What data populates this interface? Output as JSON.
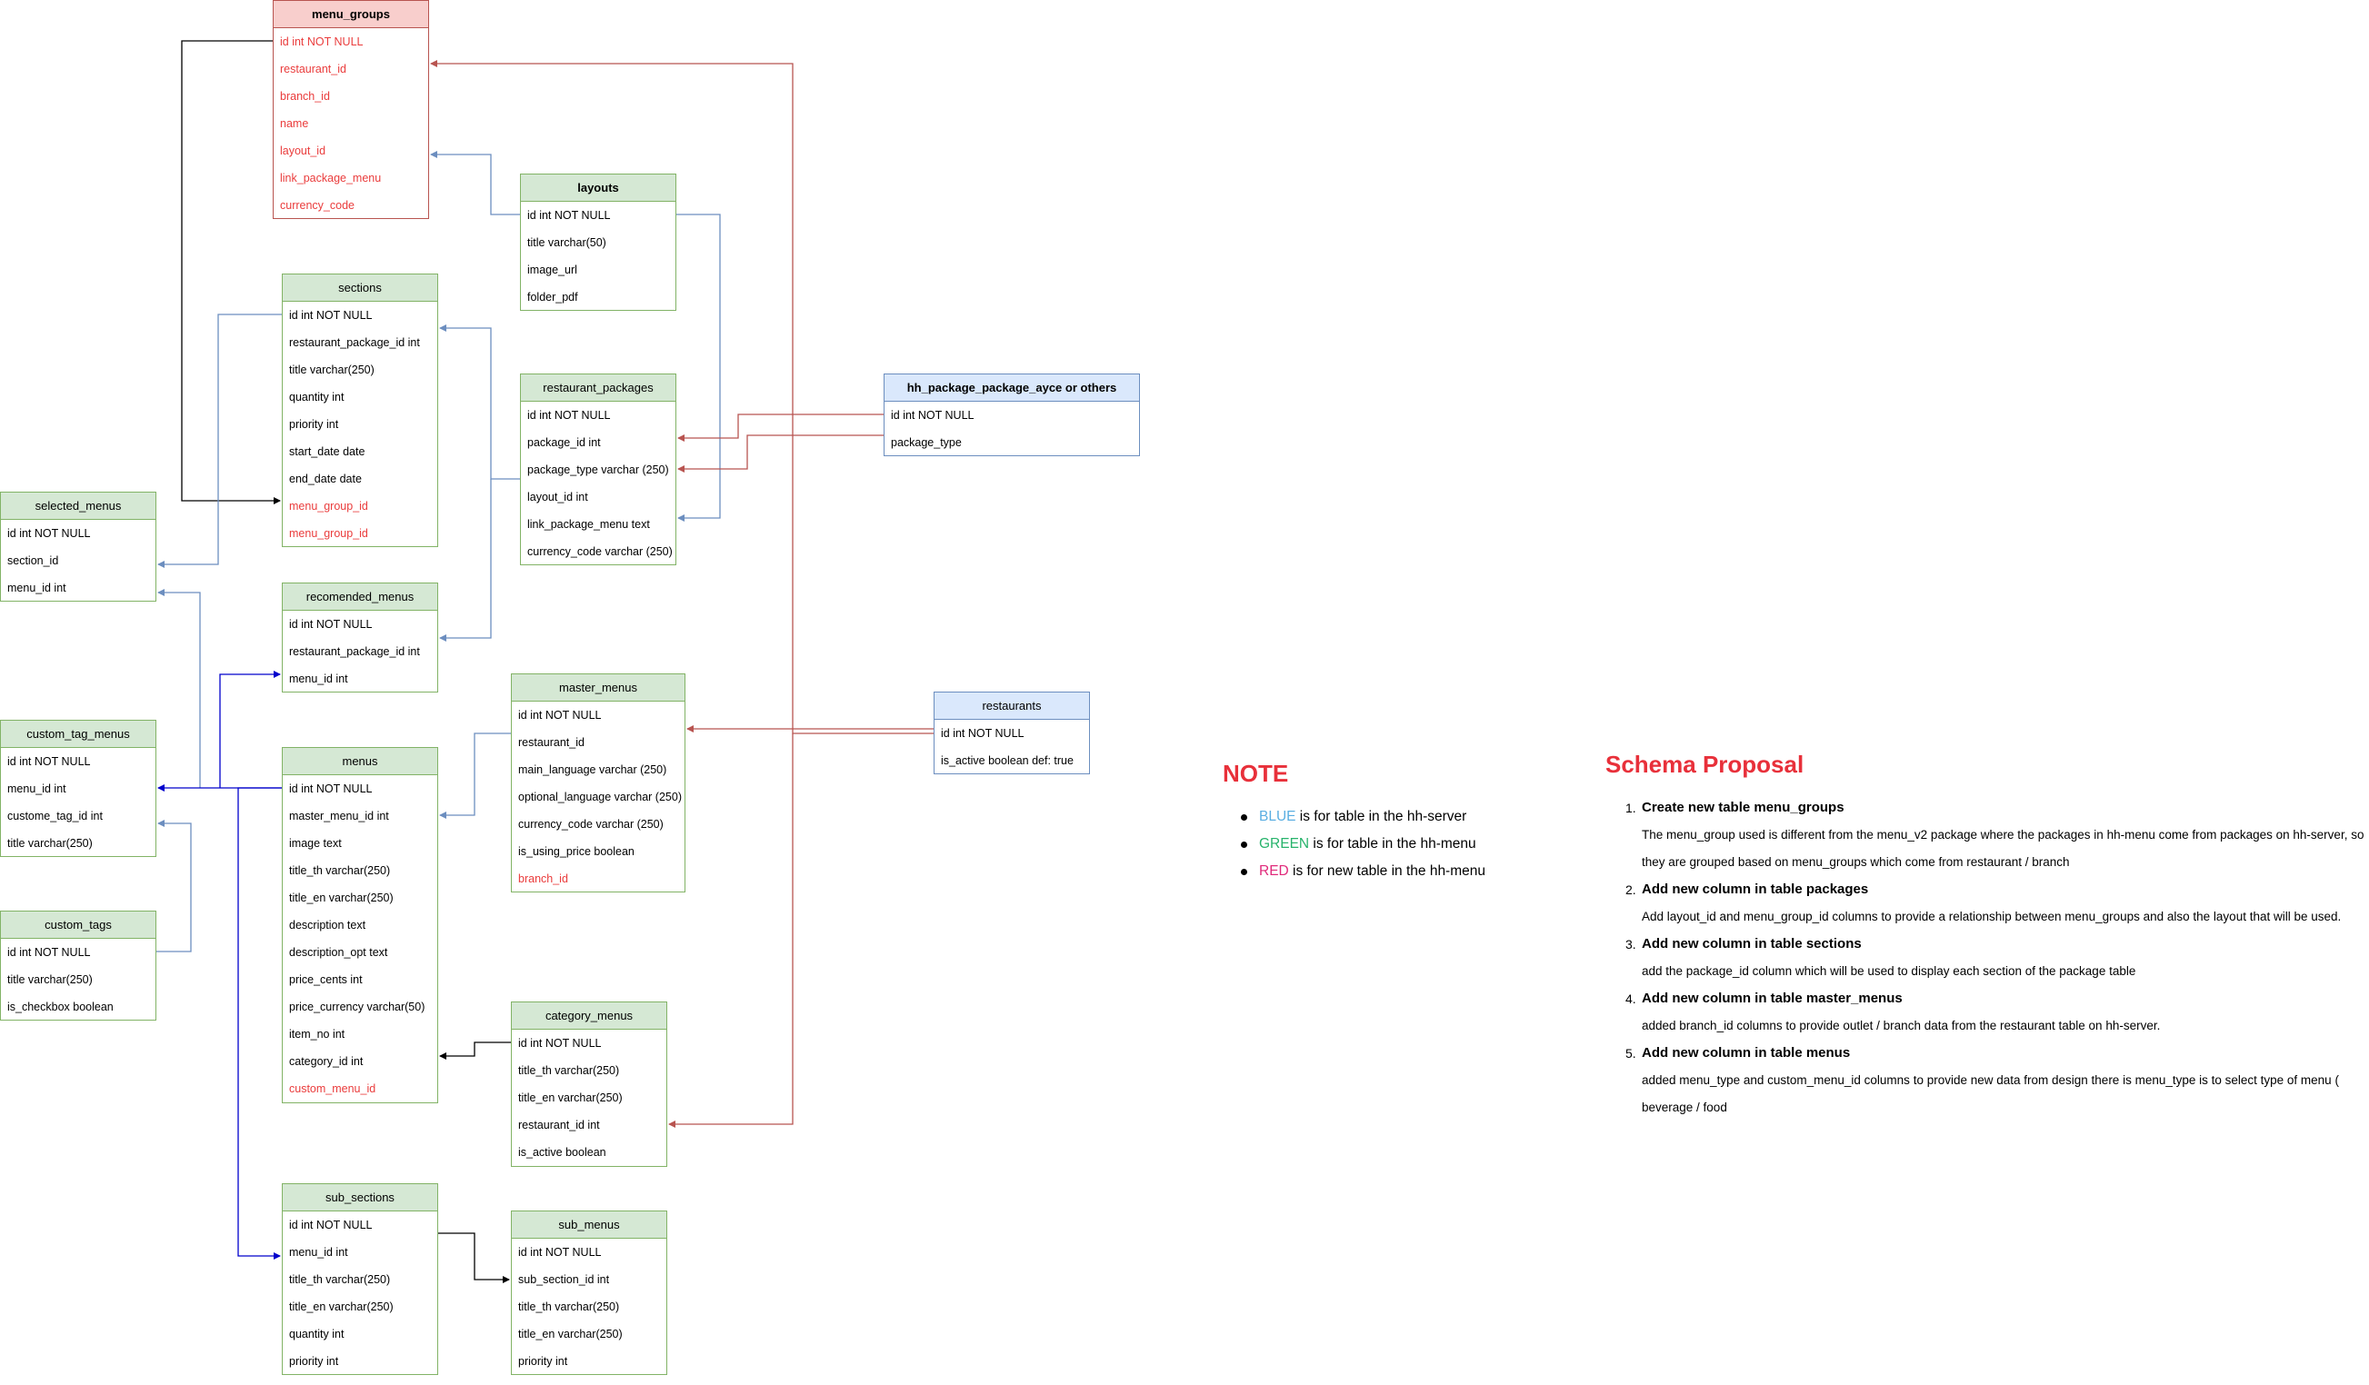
{
  "tables": {
    "menu_groups": {
      "title": "menu_groups",
      "fields": [
        "id int NOT NULL",
        "restaurant_id",
        "branch_id",
        "name",
        "layout_id",
        "link_package_menu",
        "currency_code"
      ]
    },
    "layouts": {
      "title": "layouts",
      "fields": [
        "id int NOT NULL",
        "title varchar(50)",
        "image_url",
        "folder_pdf"
      ]
    },
    "sections": {
      "title": "sections",
      "fields": [
        "id int NOT NULL",
        "restaurant_package_id int",
        "title varchar(250)",
        "quantity int",
        "priority int",
        "start_date date",
        "end_date date",
        "menu_group_id",
        "menu_group_id"
      ]
    },
    "restaurant_packages": {
      "title": "restaurant_packages",
      "fields": [
        "id int NOT NULL",
        "package_id int",
        "package_type varchar (250)",
        "layout_id int",
        "link_package_menu text",
        "currency_code varchar (250)"
      ]
    },
    "hh_package": {
      "title": "hh_package_package_ayce or others",
      "fields": [
        "id int NOT NULL",
        "package_type"
      ]
    },
    "selected_menus": {
      "title": "selected_menus",
      "fields": [
        "id int NOT NULL",
        "section_id",
        "menu_id int"
      ]
    },
    "recomended_menus": {
      "title": "recomended_menus",
      "fields": [
        "id int NOT NULL",
        "restaurant_package_id int",
        "menu_id int"
      ]
    },
    "master_menus": {
      "title": "master_menus",
      "fields": [
        "id int NOT NULL",
        "restaurant_id",
        "main_language varchar (250)",
        "optional_language varchar (250)",
        "currency_code varchar (250)",
        "is_using_price boolean",
        "branch_id"
      ]
    },
    "restaurants": {
      "title": "restaurants",
      "fields": [
        "id int NOT NULL",
        "is_active boolean def: true"
      ]
    },
    "custom_tag_menus": {
      "title": "custom_tag_menus",
      "fields": [
        "id int NOT NULL",
        "menu_id int",
        "custome_tag_id int",
        "title varchar(250)"
      ]
    },
    "menus": {
      "title": "menus",
      "fields": [
        "id int NOT NULL",
        "master_menu_id int",
        "image text",
        "title_th varchar(250)",
        "title_en varchar(250)",
        "description text",
        "description_opt text",
        "price_cents int",
        "price_currency varchar(50)",
        "item_no int",
        "category_id int",
        "custom_menu_id"
      ]
    },
    "custom_tags": {
      "title": "custom_tags",
      "fields": [
        "id int NOT NULL",
        "title varchar(250)",
        "is_checkbox boolean"
      ]
    },
    "category_menus": {
      "title": "category_menus",
      "fields": [
        "id int NOT NULL",
        "title_th varchar(250)",
        "title_en varchar(250)",
        "restaurant_id int",
        "is_active boolean"
      ]
    },
    "sub_sections": {
      "title": "sub_sections",
      "fields": [
        "id int NOT NULL",
        "menu_id int",
        "title_th varchar(250)",
        "title_en varchar(250)",
        "quantity int",
        "priority int"
      ]
    },
    "sub_menus": {
      "title": "sub_menus",
      "fields": [
        "id int NOT NULL",
        "sub_section_id int",
        "title_th varchar(250)",
        "title_en varchar(250)",
        "priority int"
      ]
    }
  },
  "note": {
    "title": "NOTE",
    "items": [
      {
        "keyword": "BLUE",
        "text": " is for table in the hh-server"
      },
      {
        "keyword": "GREEN",
        "text": " is for table in the hh-menu"
      },
      {
        "keyword": "RED",
        "text": " is for new table in the hh-menu"
      }
    ]
  },
  "schema": {
    "title": "Schema Proposal",
    "items": [
      {
        "title": "Create new table menu_groups",
        "desc": "The menu_group used is different from the menu_v2 package where the packages in hh-menu come from packages on hh-server, so they are grouped based on menu_groups which come from restaurant / branch"
      },
      {
        "title": "Add new column in table packages",
        "desc": "Add layout_id and menu_group_id columns to provide a relationship between menu_groups and also the layout that will be used."
      },
      {
        "title": "Add new column in table sections",
        "desc": "add the package_id column which will be used to display each section of the package table"
      },
      {
        "title": "Add new column in table master_menus",
        "desc": "added branch_id columns to provide outlet / branch data from the restaurant table on hh-server."
      },
      {
        "title": "Add new column in table menus",
        "desc": "added menu_type and custom_menu_id columns to provide new data from design there is menu_type is to select type of menu ( beverage / food"
      }
    ]
  },
  "colors": {
    "hh_server": "#6c8ebf",
    "hh_menu": "#82b366",
    "new_table": "#b85450",
    "blue_text": "#5aaee2",
    "green_text": "#27b36b",
    "red_text": "#e0297a",
    "heading_red": "#e8303a"
  }
}
